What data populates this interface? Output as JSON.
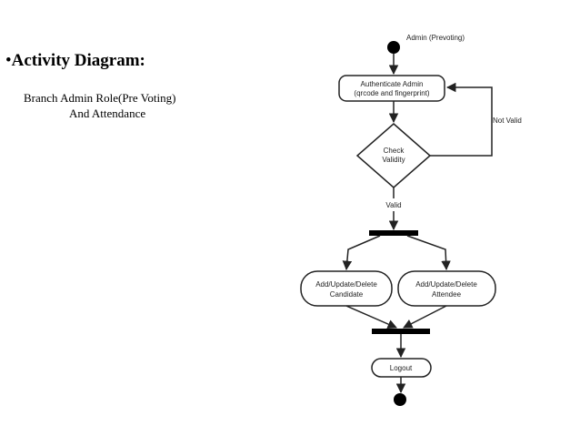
{
  "slide": {
    "bullet": "•",
    "title": "Activity Diagram:",
    "subtitle_line1": "Branch Admin  Role(Pre Voting)",
    "subtitle_line2": "And  Attendance"
  },
  "diagram": {
    "start_label": "Admin  (Prevoting)",
    "authenticate_line1": "Authenticate Admin",
    "authenticate_line2": "(qrcode and fingerprint)",
    "check_line1": "Check",
    "check_line2": "Validity",
    "not_valid_label": "Not Valid",
    "valid_label": "Valid",
    "candidate_line1": "Add/Update/Delete",
    "candidate_line2": "Candidate",
    "attendee_line1": "Add/Update/Delete",
    "attendee_line2": "Attendee",
    "logout_label": "Logout"
  }
}
